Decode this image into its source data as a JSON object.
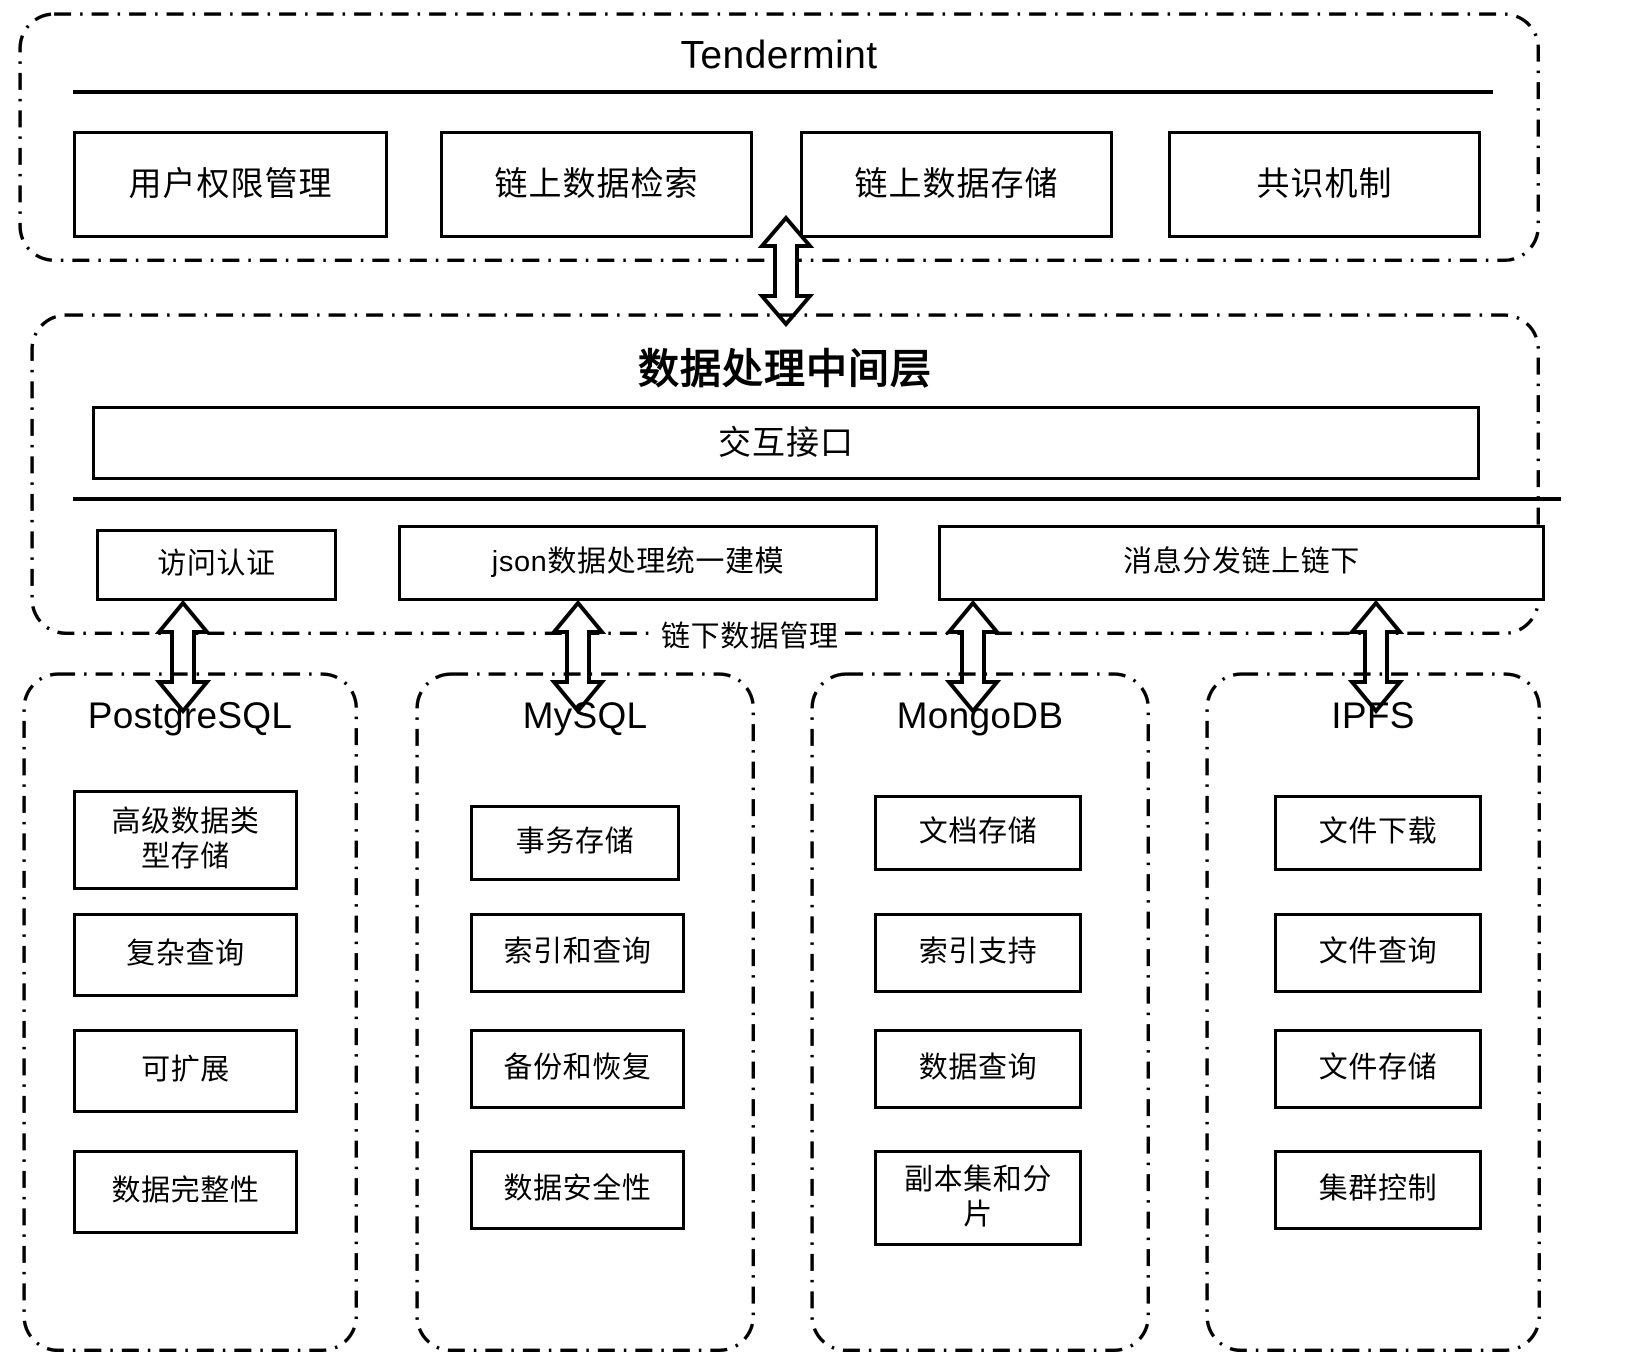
{
  "diagram": {
    "layers": [
      {
        "id": "tendermint",
        "title": "Tendermint",
        "modules": [
          {
            "label": "用户权限管理"
          },
          {
            "label": "链上数据检索"
          },
          {
            "label": "链上数据存储"
          },
          {
            "label": "共识机制"
          }
        ]
      },
      {
        "id": "middleware",
        "title": "数据处理中间层",
        "interface_box": "交互接口",
        "modules": [
          {
            "label": "访问认证"
          },
          {
            "label": "json数据处理统一建模"
          },
          {
            "label": "消息分发链上链下"
          }
        ]
      }
    ],
    "offchain_label": "链下数据管理",
    "stores": [
      {
        "name": "PostgreSQL",
        "items": [
          {
            "label": "高级数据类\n型存储"
          },
          {
            "label": "复杂查询"
          },
          {
            "label": "可扩展"
          },
          {
            "label": "数据完整性"
          }
        ]
      },
      {
        "name": "MySQL",
        "items": [
          {
            "label": "事务存储"
          },
          {
            "label": "索引和查询"
          },
          {
            "label": "备份和恢复"
          },
          {
            "label": "数据安全性"
          }
        ]
      },
      {
        "name": "MongoDB",
        "items": [
          {
            "label": "文档存储"
          },
          {
            "label": "索引支持"
          },
          {
            "label": "数据查询"
          },
          {
            "label": "副本集和分\n片"
          }
        ]
      },
      {
        "name": "IPFS",
        "items": [
          {
            "label": "文件下载"
          },
          {
            "label": "文件查询"
          },
          {
            "label": "文件存储"
          },
          {
            "label": "集群控制"
          }
        ]
      }
    ],
    "connectors": [
      {
        "id": "tendermint-to-middleware",
        "kind": "double-arrow-vertical"
      },
      {
        "id": "middleware-to-postgresql",
        "kind": "double-arrow-vertical"
      },
      {
        "id": "middleware-to-mysql",
        "kind": "double-arrow-vertical"
      },
      {
        "id": "middleware-to-mongodb",
        "kind": "double-arrow-vertical"
      },
      {
        "id": "middleware-to-ipfs",
        "kind": "double-arrow-vertical"
      }
    ],
    "colors": {
      "stroke": "#000000",
      "background": "#ffffff"
    }
  }
}
